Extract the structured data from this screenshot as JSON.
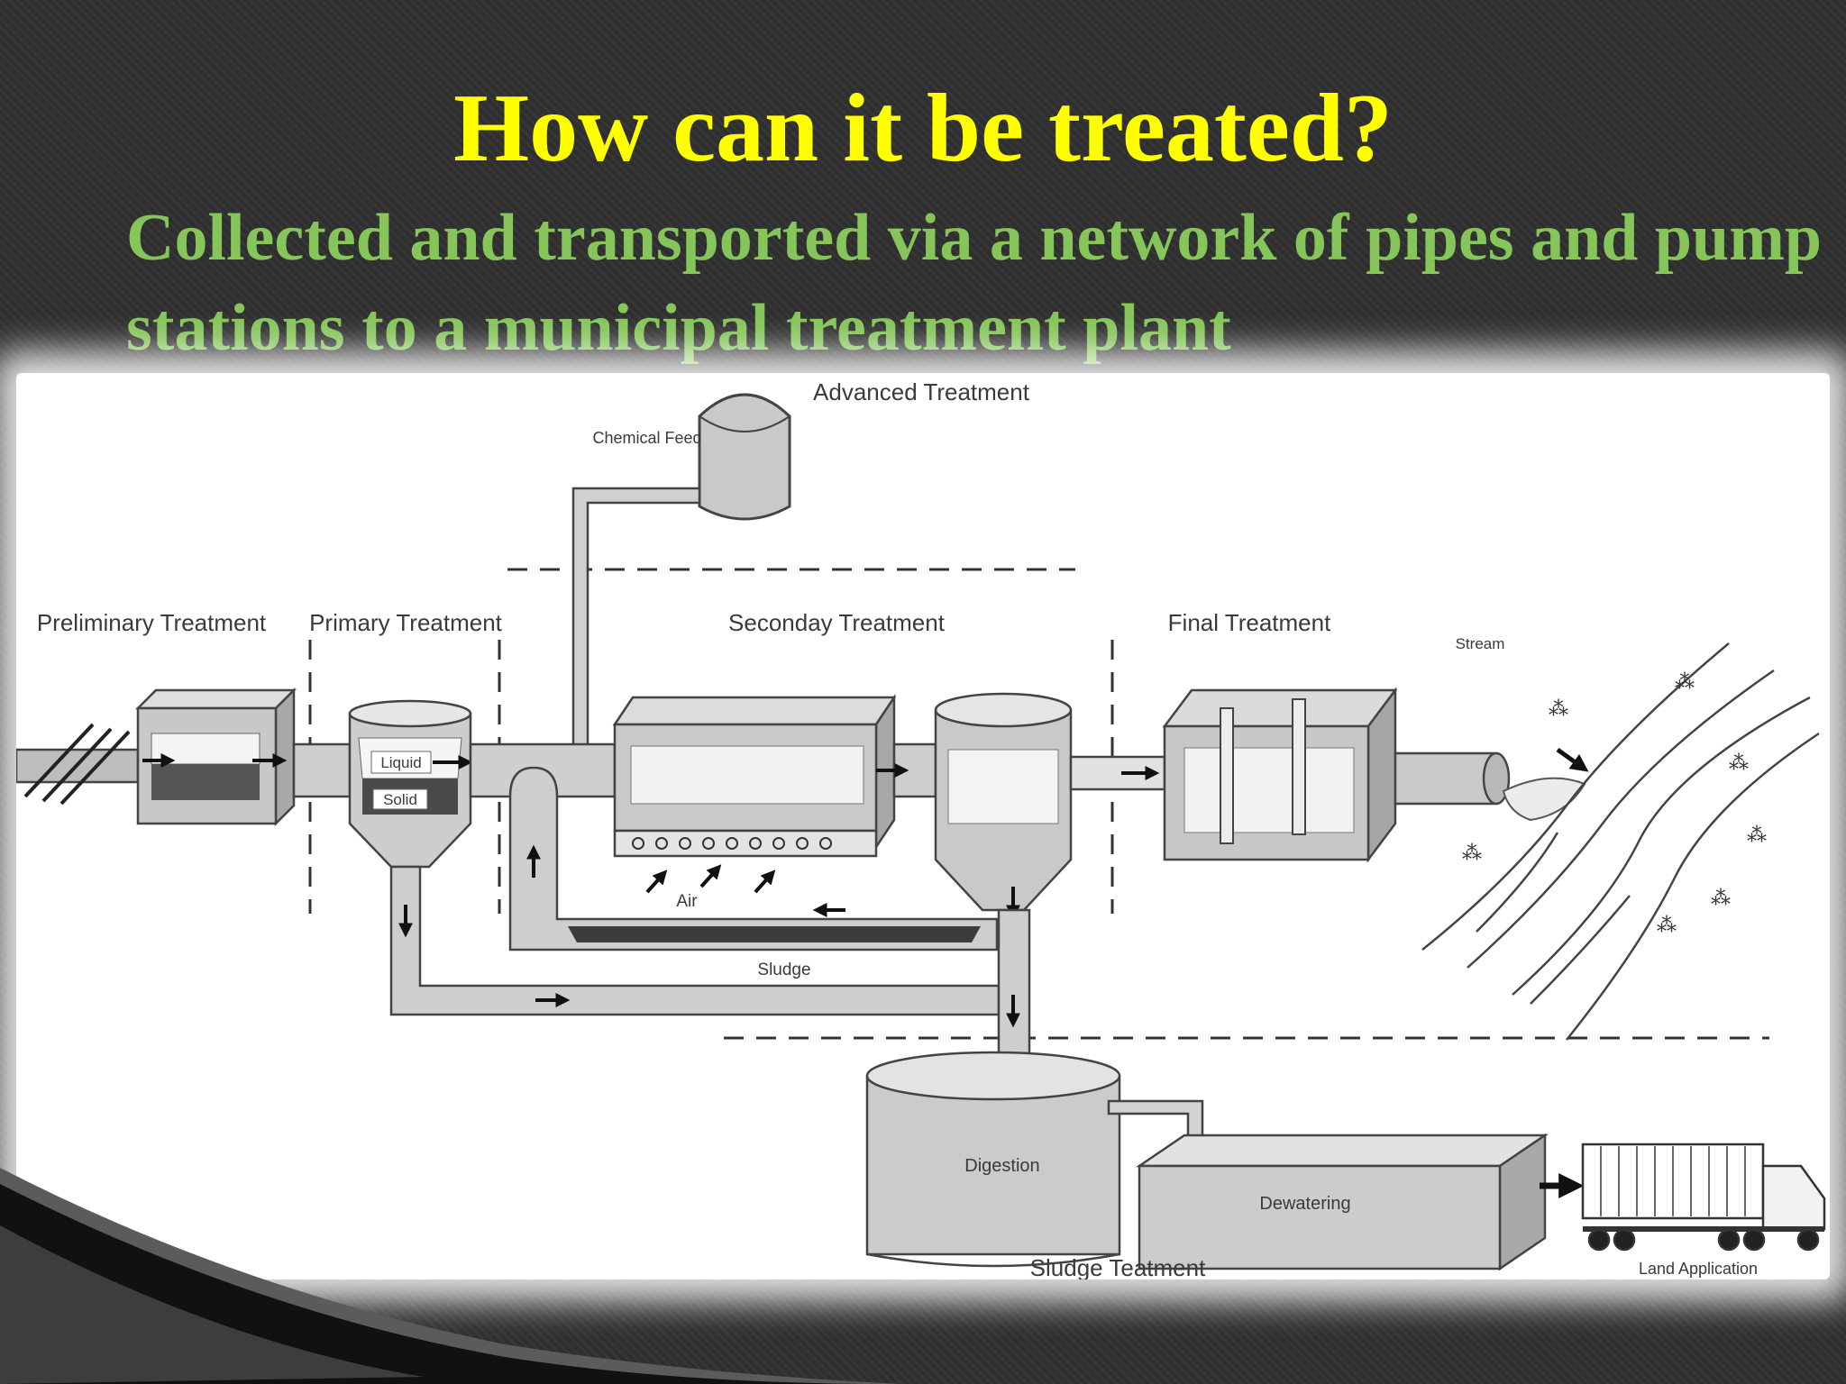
{
  "slide": {
    "title": "How can it be treated?",
    "subtitle": "Collected and transported via a network of pipes and pump stations to a municipal treatment plant"
  },
  "diagram": {
    "labels": {
      "advanced": "Advanced Treatment",
      "chemical": "Chemical Feed",
      "preliminary": "Preliminary Treatment",
      "primary": "Primary Treatment",
      "secondary": "Seconday Treatment",
      "final": "Final Treatment",
      "stream": "Stream",
      "liquid": "Liquid",
      "solid": "Solid",
      "air": "Air",
      "sludge": "Sludge",
      "digestion": "Digestion",
      "dewatering": "Dewatering",
      "sludge_treatment": "Sludge Teatment",
      "land_application": "Land Application"
    }
  },
  "colors": {
    "title": "#ffff00",
    "subtitle": "#85c55a",
    "background": "#2f2f2f",
    "panel": "#ffffff"
  }
}
